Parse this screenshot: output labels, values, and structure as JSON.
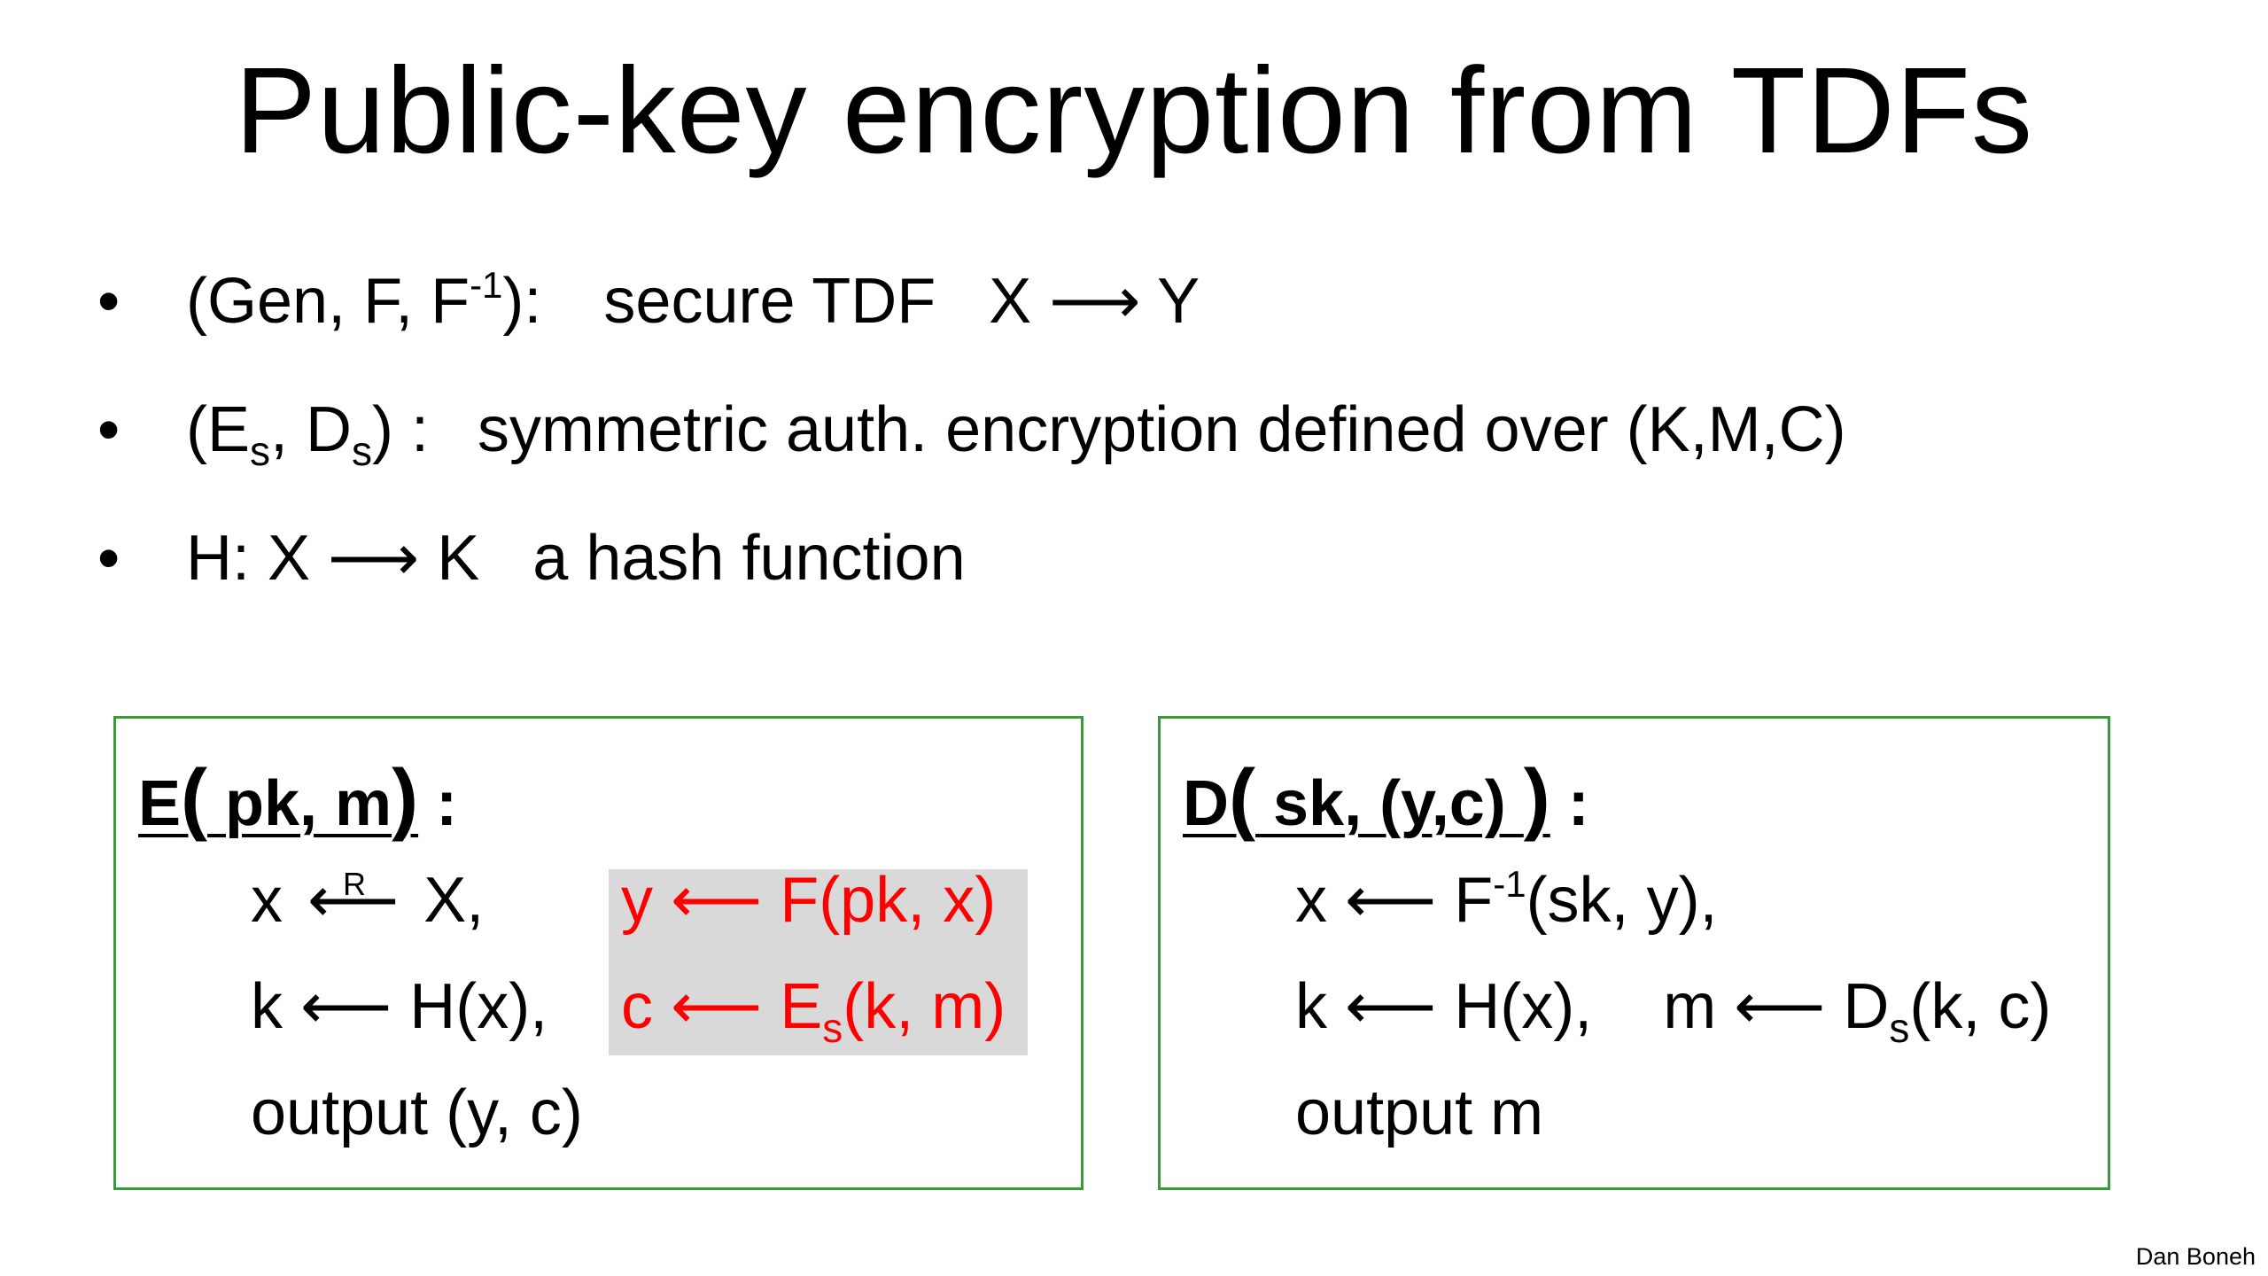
{
  "slide": {
    "title": "Public-key encryption from TDFs",
    "bullets": [
      {
        "marker": "•",
        "lead": "(Gen, F, F",
        "sup": "-1",
        "tail": "):",
        "desc": "secure TDF",
        "formula": "X ⟶ Y"
      },
      {
        "marker": "•",
        "parts": [
          "(E",
          "s",
          ", D",
          "s",
          ") :"
        ],
        "desc": "symmetric auth. encryption defined over (K,M,C)"
      },
      {
        "marker": "•",
        "formula": "H: X ⟶ K",
        "desc": "a hash function"
      }
    ],
    "encrypt_box": {
      "title_main": "E",
      "title_paren_open": "(",
      "title_args": " pk, m",
      "title_paren_close": ")",
      "title_colon": " :",
      "line1_left": "x ",
      "line1_arrow": "⟵",
      "line1_arrow_label": "R",
      "line1_right": " X,",
      "line2_left": "k ⟵ H(x),",
      "line3": "output   (y, c)",
      "hl_line1": "y ⟵ F(pk, x)",
      "hl_line2_a": "c ⟵ E",
      "hl_line2_sub": "s",
      "hl_line2_b": "(k, m)"
    },
    "decrypt_box": {
      "title_main": "D",
      "title_paren_open": "(",
      "title_args": " sk, (y,c) ",
      "title_paren_close": ")",
      "title_colon": " :",
      "line1_a": "x ⟵ F",
      "line1_sup": "-1",
      "line1_b": "(sk, y),",
      "line2_a": "k ⟵ H(x),",
      "line2_b": "m ⟵ D",
      "line2_sub": "s",
      "line2_c": "(k, c)",
      "line3": "output   m"
    },
    "credit": "Dan Boneh"
  },
  "colors": {
    "box_border": "#3a9a3a",
    "highlight_bg": "#d9d9d9",
    "highlight_text": "#ff0000"
  }
}
